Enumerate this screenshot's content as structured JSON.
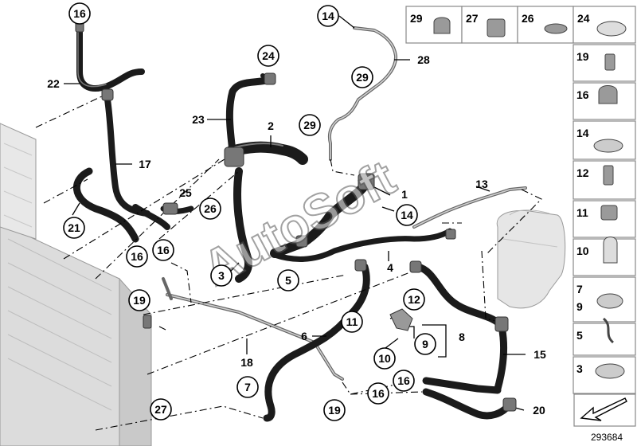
{
  "watermark": "AutoSoft",
  "diagram_id": "293684",
  "callouts": [
    {
      "n": "16"
    },
    {
      "n": "22"
    },
    {
      "n": "17"
    },
    {
      "n": "21"
    },
    {
      "n": "16"
    },
    {
      "n": "16"
    },
    {
      "n": "25"
    },
    {
      "n": "26"
    },
    {
      "n": "24"
    },
    {
      "n": "23"
    },
    {
      "n": "2"
    },
    {
      "n": "3"
    },
    {
      "n": "14"
    },
    {
      "n": "28"
    },
    {
      "n": "29"
    },
    {
      "n": "29"
    },
    {
      "n": "1"
    },
    {
      "n": "14"
    },
    {
      "n": "13"
    },
    {
      "n": "4"
    },
    {
      "n": "5"
    },
    {
      "n": "19"
    },
    {
      "n": "18"
    },
    {
      "n": "6"
    },
    {
      "n": "7"
    },
    {
      "n": "12"
    },
    {
      "n": "11"
    },
    {
      "n": "9"
    },
    {
      "n": "8"
    },
    {
      "n": "10"
    },
    {
      "n": "15"
    },
    {
      "n": "16"
    },
    {
      "n": "16"
    },
    {
      "n": "19"
    },
    {
      "n": "20"
    },
    {
      "n": "27"
    }
  ],
  "parts_panel": {
    "top_row": [
      "29",
      "27",
      "26",
      "24"
    ],
    "side_column": [
      "19",
      "16",
      "14",
      "12",
      "11",
      "10",
      "7\n9",
      "5",
      "3"
    ]
  }
}
